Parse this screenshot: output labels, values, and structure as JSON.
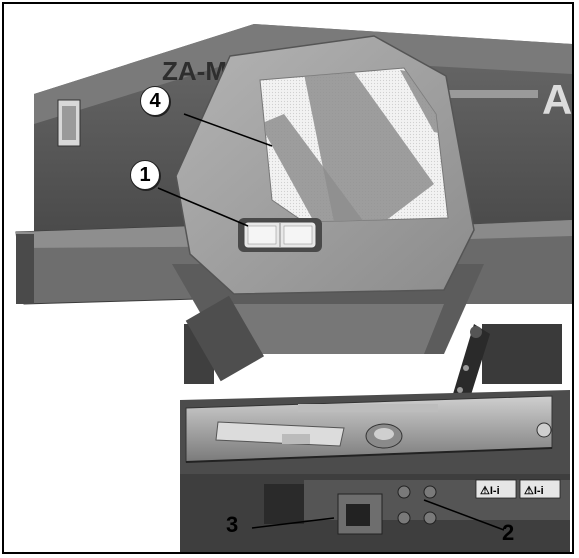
{
  "figure": {
    "callouts": [
      {
        "number": "4"
      },
      {
        "number": "1"
      },
      {
        "number": "3"
      },
      {
        "number": "2"
      }
    ],
    "brand_text": "ZA-M",
    "brand_letter": "A",
    "warning_decals": [
      "⚠I-i",
      "⚠I-i"
    ],
    "colors": {
      "body_dark": "#5a5a5a",
      "body_mid": "#8a8a8a",
      "hood": "#9d9d9d",
      "reflector_light": "#e8e8e8",
      "frame": "#000000"
    }
  }
}
